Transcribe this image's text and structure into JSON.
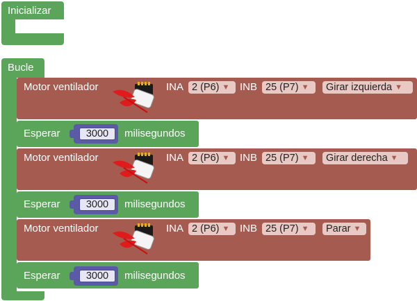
{
  "setup": {
    "label": "Inicializar"
  },
  "loop": {
    "label": "Bucle",
    "blocks": [
      {
        "type": "motor",
        "label": "Motor ventilador",
        "ina_label": "INA",
        "ina_value": "2 (P6)",
        "inb_label": "INB",
        "inb_value": "25 (P7)",
        "action": "Girar izquierda"
      },
      {
        "type": "wait",
        "label": "Esperar",
        "value": "3000",
        "unit": "milisegundos"
      },
      {
        "type": "motor",
        "label": "Motor ventilador",
        "ina_label": "INA",
        "ina_value": "2 (P6)",
        "inb_label": "INB",
        "inb_value": "25 (P7)",
        "action": "Girar derecha"
      },
      {
        "type": "wait",
        "label": "Esperar",
        "value": "3000",
        "unit": "milisegundos"
      },
      {
        "type": "motor",
        "label": "Motor ventilador",
        "ina_label": "INA",
        "ina_value": "2 (P6)",
        "inb_label": "INB",
        "inb_value": "25 (P7)",
        "action": "Parar"
      },
      {
        "type": "wait",
        "label": "Esperar",
        "value": "3000",
        "unit": "milisegundos"
      }
    ]
  },
  "icons": {
    "fan_module": "fan-module-icon",
    "dropdown": "dropdown-arrow-icon"
  },
  "colors": {
    "control_block": "#5ba55b",
    "motor_block": "#a55b4f",
    "number_block": "#5b5ba5",
    "dropdown_bg": "#e9c9c3"
  }
}
